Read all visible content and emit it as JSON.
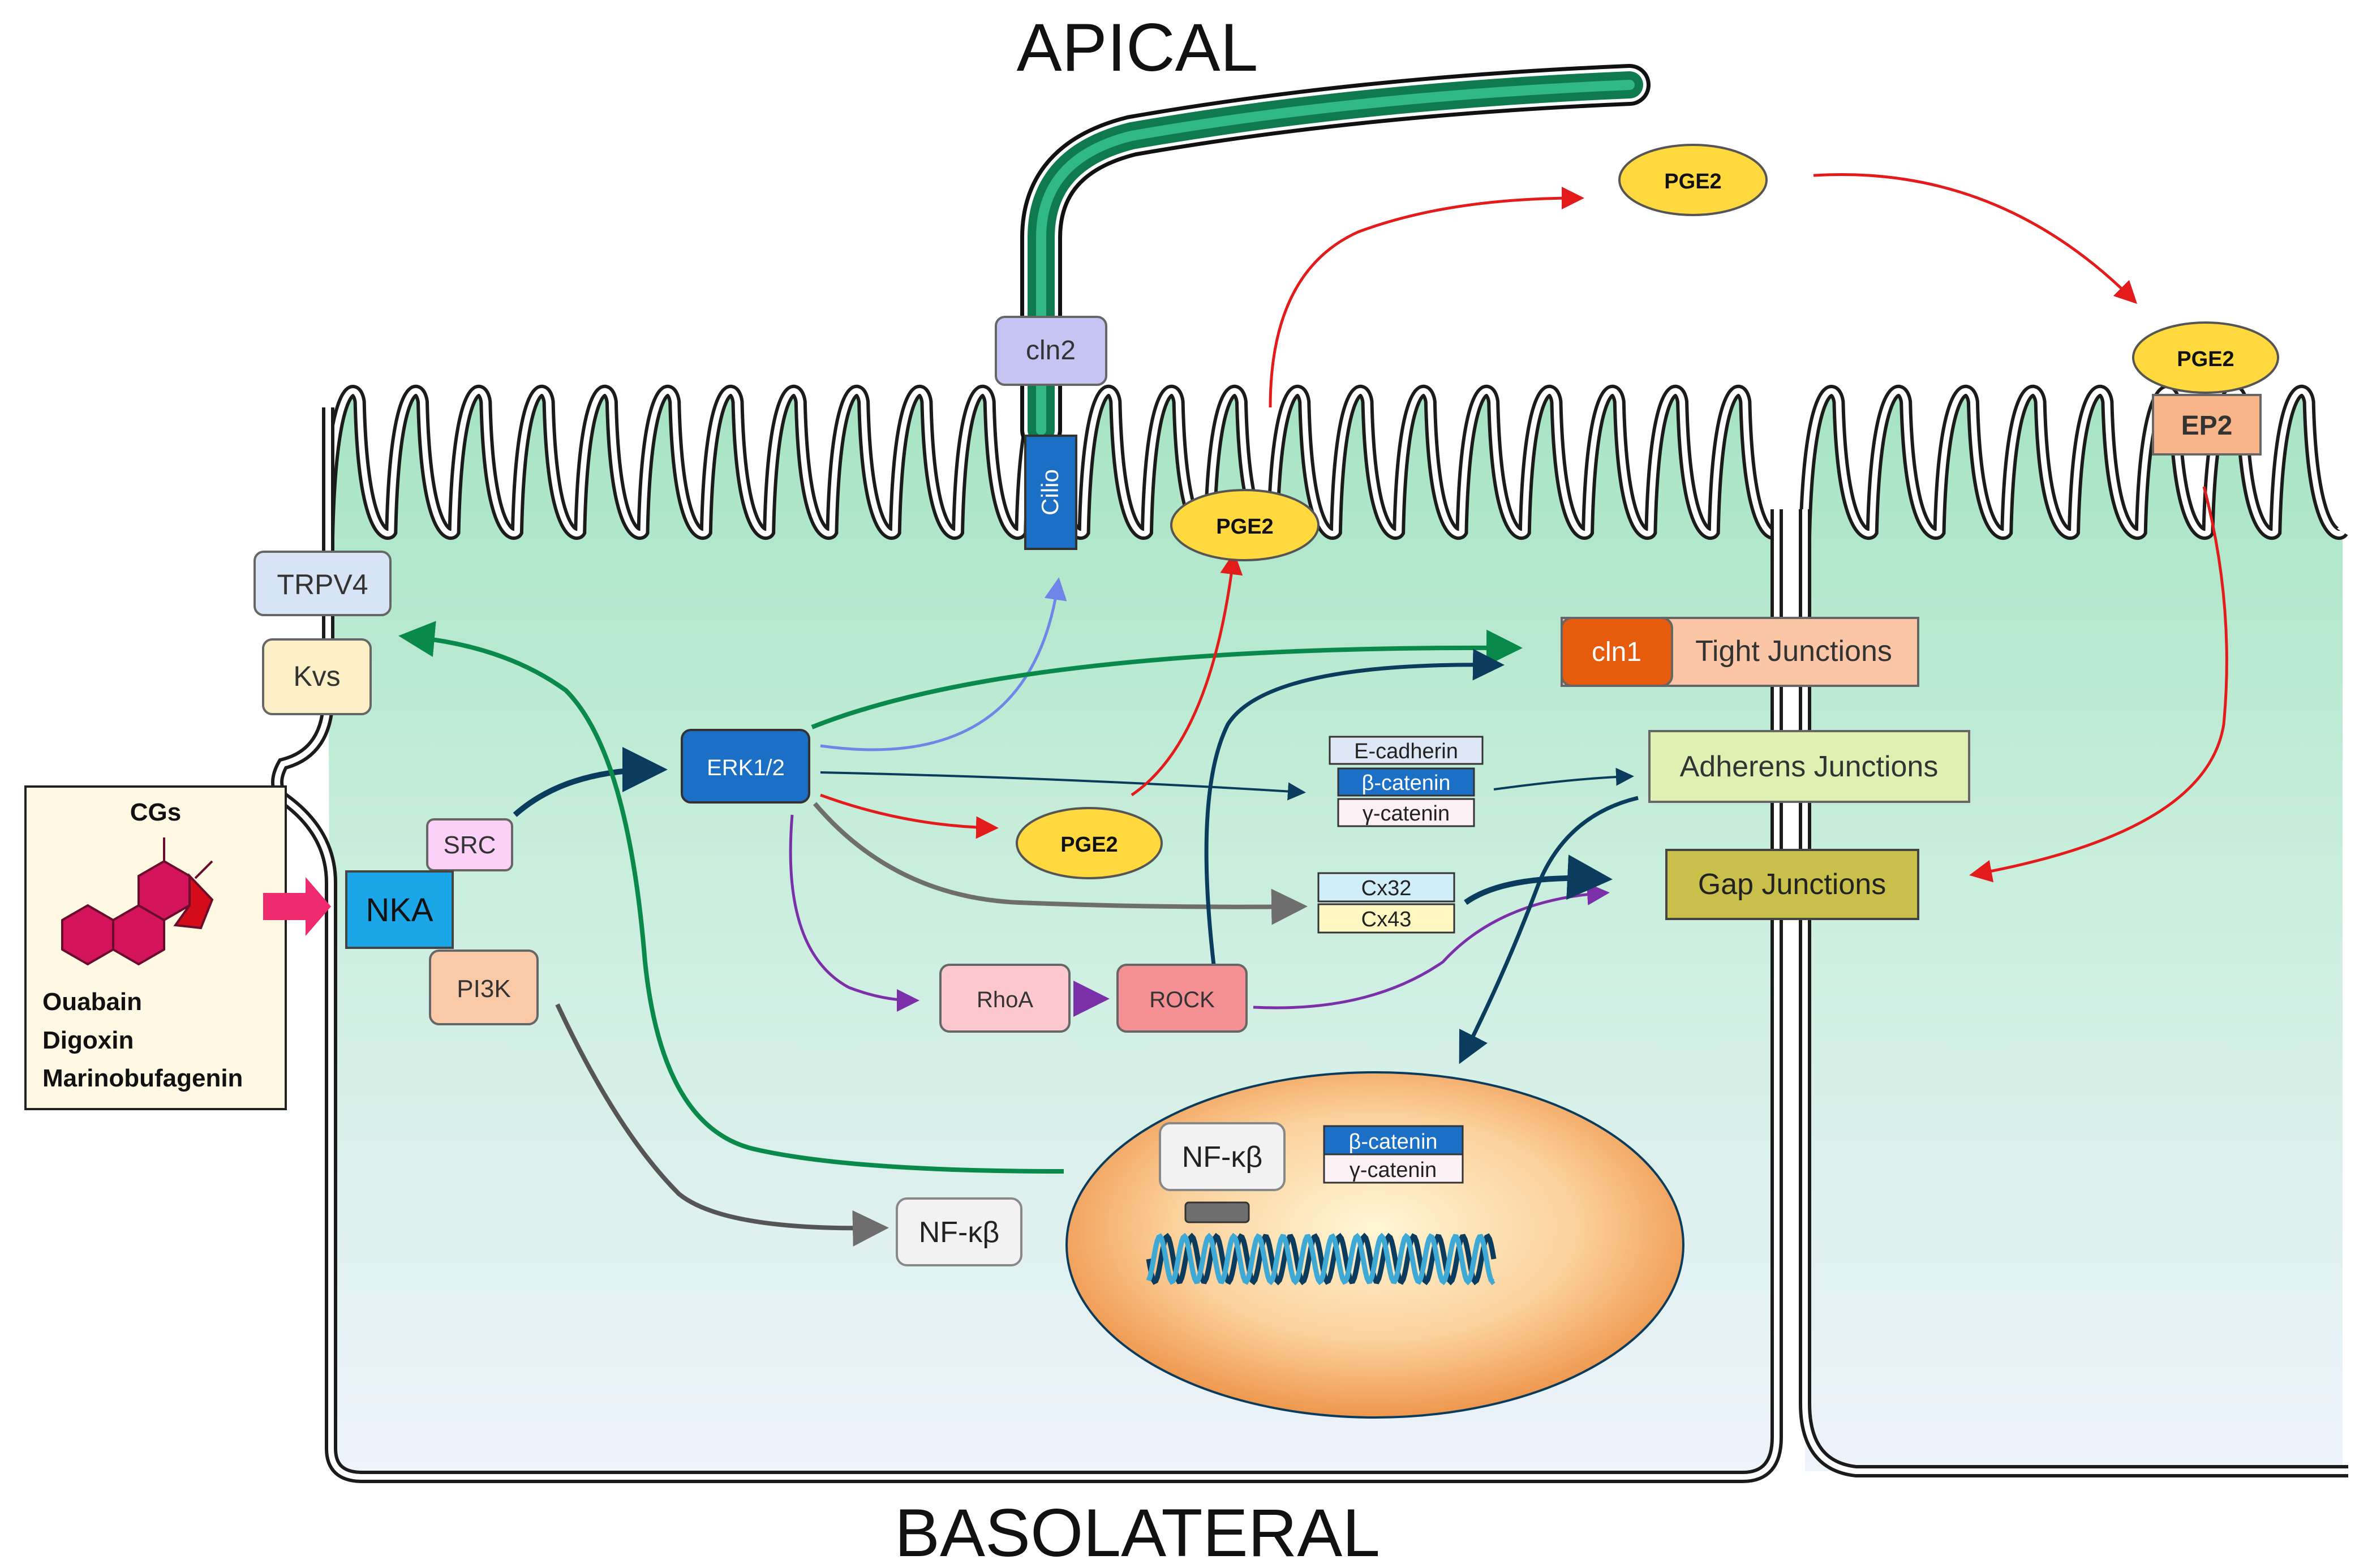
{
  "labels": {
    "apical": "APICAL",
    "basolateral": "BASOLATERAL"
  },
  "cgs_box": {
    "title": "CGs",
    "drugs": [
      "Ouabain",
      "Digoxin",
      "Marinobufagenin"
    ]
  },
  "membrane_proteins": {
    "nka": "NKA",
    "src": "SRC",
    "pi3k": "PI3K",
    "trpv4": "TRPV4",
    "kvs": "Kvs",
    "cln2": "cln2",
    "cilio": "Cilio",
    "ep2": "EP2"
  },
  "signaling": {
    "erk": "ERK1/2",
    "rhoa": "RhoA",
    "rock": "ROCK",
    "nfkb": "NF-κβ"
  },
  "pge2": [
    "PGE2",
    "PGE2",
    "PGE2",
    "PGE2"
  ],
  "junction_proteins": {
    "cadherin": [
      "E-cadherin",
      "β-catenin",
      "γ-catenin"
    ],
    "connexins": [
      "Cx32",
      "Cx43"
    ]
  },
  "junctions": {
    "tight_prefix": "cln1",
    "tight": "Tight Junctions",
    "adherens": "Adherens Junctions",
    "gap": "Gap Junctions"
  },
  "nucleus": {
    "nfkb": "NF-κβ",
    "catenins": [
      "β-catenin",
      "γ-catenin"
    ]
  },
  "colors": {
    "cell_top": "#a8e6c4",
    "cell_bottom": "#eef3fb",
    "red_arrow": "#e31b1b",
    "green_arrow": "#0a8a4a",
    "navy_arrow": "#0b3c5d",
    "purple_arrow": "#7b2fa8",
    "gray_arrow": "#6e6e6e",
    "pge2_fill": "#ffd93d",
    "nka_fill": "#1ba6e8",
    "erk_fill": "#1b6fc4",
    "gap_fill": "#c8c04a"
  }
}
